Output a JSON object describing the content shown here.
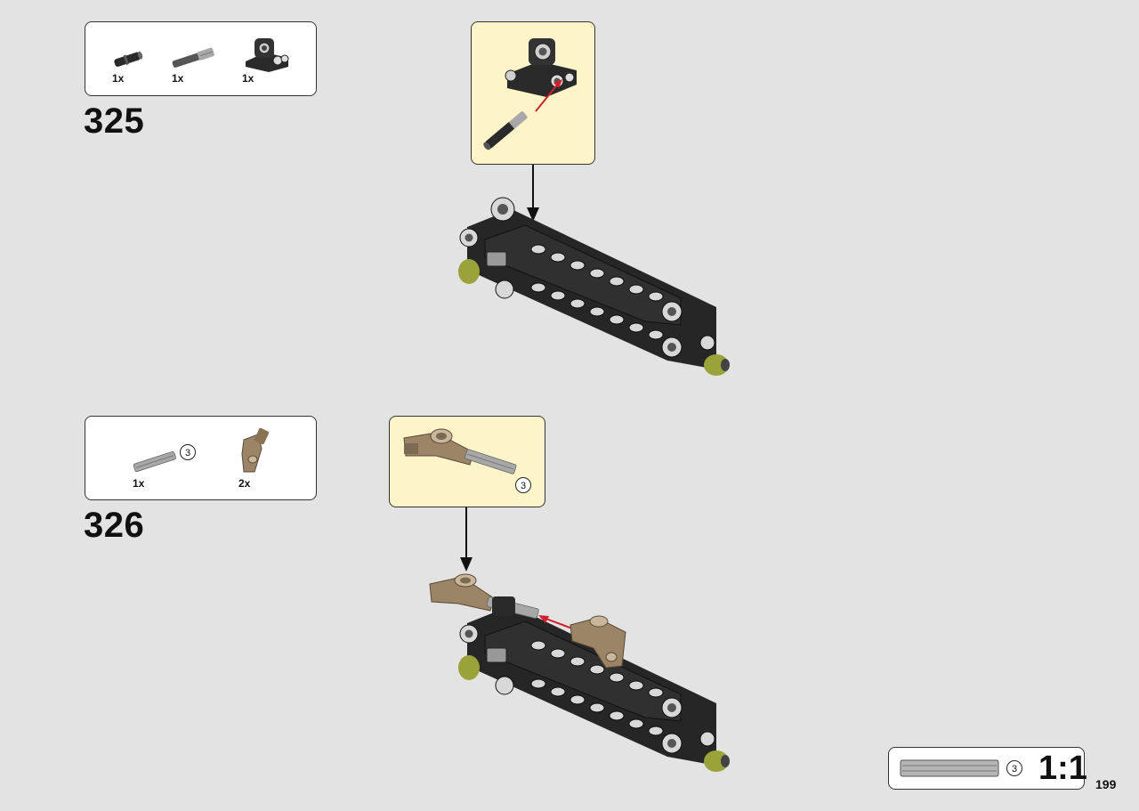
{
  "steps": [
    {
      "number": "325",
      "parts": [
        {
          "qty": "1x",
          "icon": "black-connector-pin-icon"
        },
        {
          "qty": "1x",
          "icon": "grey-axle-pin-icon"
        },
        {
          "qty": "1x",
          "icon": "black-double-perpendicular-connector-icon"
        }
      ]
    },
    {
      "number": "326",
      "parts": [
        {
          "qty": "1x",
          "icon": "grey-axle-icon",
          "length": "3"
        },
        {
          "qty": "2x",
          "icon": "tan-angle-connector-icon"
        }
      ],
      "callout_length": "3"
    }
  ],
  "scale_ruler": {
    "length": "3",
    "ratio": "1:1"
  },
  "page_number": "199",
  "colors": {
    "background": "#e3e3e3",
    "callout": "#fdf5c9",
    "arrow_red": "#d0202a",
    "part_black": "#2a2a2a",
    "part_grey": "#a8a8a8",
    "part_tan": "#9c8466",
    "part_lime": "#9aa23a"
  }
}
